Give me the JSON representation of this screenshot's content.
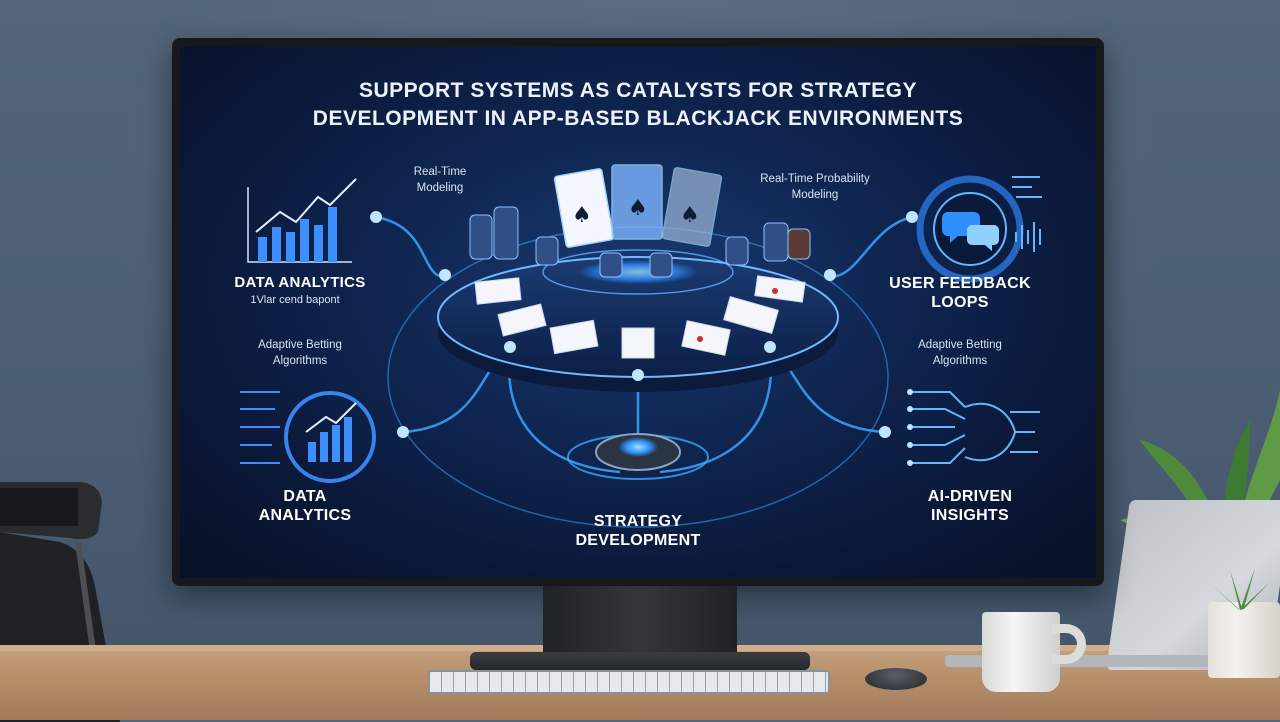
{
  "slide": {
    "title_line1": "SUPPORT SYSTEMS AS CATALYSTS FOR STRATEGY",
    "title_line2": "DEVELOPMENT IN APP-BASED BLACKJACK ENVIRONMENTS",
    "label_top_left": "Real-Time\nModeling",
    "label_top_right": "Real-Time Probability\nModeling",
    "data_analytics_top": "DATA ANALYTICS",
    "data_analytics_sub": "1Vlar cend bapont",
    "label_mid_left": "Adaptive Betting\nAlgorithms",
    "label_mid_right": "Adaptive Betting\nAlgorithms",
    "user_feedback": "USER FEEDBACK\nLOOPS",
    "data_analytics_bottom": "DATA\nANALYTICS",
    "strategy_development": "STRATEGY\nDEVELOPMENT",
    "ai_insights": "AI-DRIVEN\nINSIGHTS"
  },
  "colors": {
    "screen_bg": "#0f2550",
    "glow": "#3fa9ff",
    "text": "#ffffff"
  },
  "icons": [
    "bar-chart-icon",
    "chat-bubbles-icon",
    "circuit-icon",
    "gear-icon",
    "playing-card-icon",
    "chip-stack-icon"
  ]
}
